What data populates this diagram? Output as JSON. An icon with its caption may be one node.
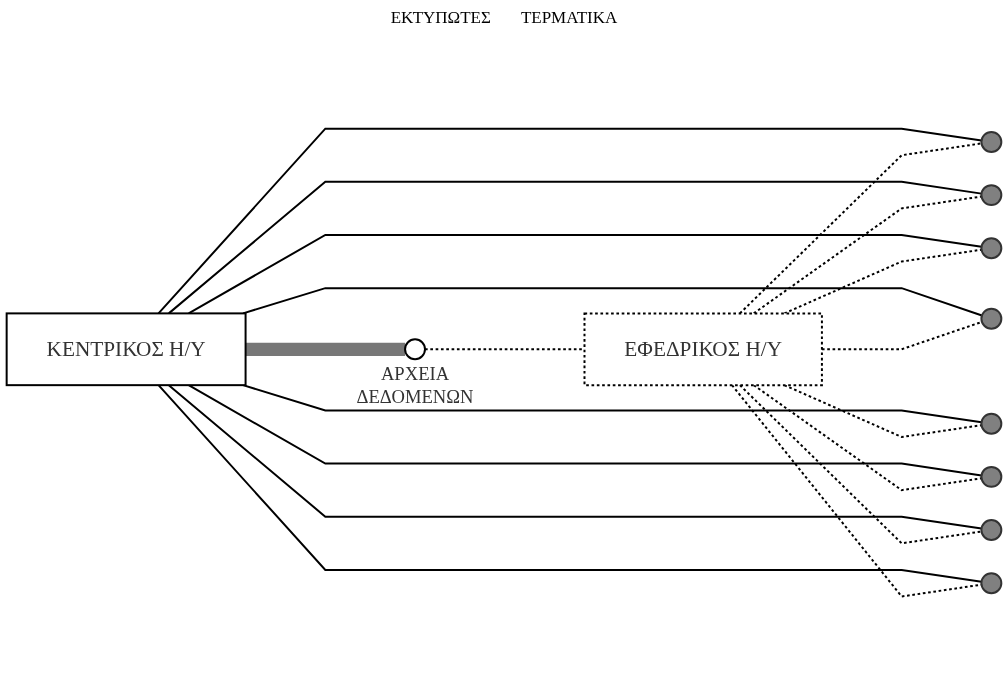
{
  "diagram": {
    "nodes": [
      {
        "text": [
          "ΚΕΝΤΡΙΚΟΣ Η/Υ"
        ]
      },
      {
        "text": [],
        "shape": "circle",
        "beside": [
          "ΑΡΧΕΙΑ ΔΕΔΟΜΕΝΩΝ"
        ]
      },
      {
        "text": [
          "ΕΦΕΔΡΙΚΟΣ Η/Υ"
        ]
      },
      {
        "text": [],
        "shape": "circle"
      },
      {
        "text": [],
        "shape": "circle"
      },
      {
        "text": [],
        "shape": "circle"
      },
      {
        "text": [],
        "shape": "circle"
      },
      {
        "text": [],
        "shape": "circle"
      },
      {
        "text": [],
        "shape": "circle"
      },
      {
        "text": [],
        "shape": "circle"
      },
      {
        "text": [],
        "shape": "circle"
      }
    ],
    "edges": [
      {
        "from": 0,
        "to": 1,
        "arrow": "none",
        "style": "thick",
        "color": "#777777"
      },
      {
        "from": 1,
        "to": 2,
        "arrow": "none",
        "style": "dashed"
      },
      {
        "from": 0,
        "to": 3,
        "arrow": "none"
      },
      {
        "from": 0,
        "to": 4,
        "arrow": "none"
      },
      {
        "from": 0,
        "to": 5,
        "arrow": "none"
      },
      {
        "from": 0,
        "to": 6,
        "arrow": "none"
      },
      {
        "from": 0,
        "to": 7,
        "arrow": "none"
      },
      {
        "from": 0,
        "to": 8,
        "arrow": "none"
      },
      {
        "from": 0,
        "to": 9,
        "arrow": "none"
      },
      {
        "from": 0,
        "to": 10,
        "arrow": "none"
      },
      {
        "from": 2,
        "to": 3,
        "arrow": "none",
        "style": "dashed"
      },
      {
        "from": 2,
        "to": 4,
        "arrow": "none",
        "style": "dashed"
      },
      {
        "from": 2,
        "to": 5,
        "arrow": "none",
        "style": "dashed"
      },
      {
        "from": 2,
        "to": 6,
        "arrow": "none",
        "style": "dashed"
      },
      {
        "from": 2,
        "to": 7,
        "arrow": "none",
        "style": "dashed"
      },
      {
        "from": 2,
        "to": 8,
        "arrow": "none",
        "style": "dashed"
      },
      {
        "from": 2,
        "to": 9,
        "arrow": "none",
        "style": "dashed"
      },
      {
        "from": 2,
        "to": 10,
        "arrow": "none",
        "style": "dashed"
      }
    ],
    "labels": [
      "ΕΚΤΥΠΩΤΕΣ",
      "ΤΕΡΜΑΤΙΚΑ"
    ]
  }
}
